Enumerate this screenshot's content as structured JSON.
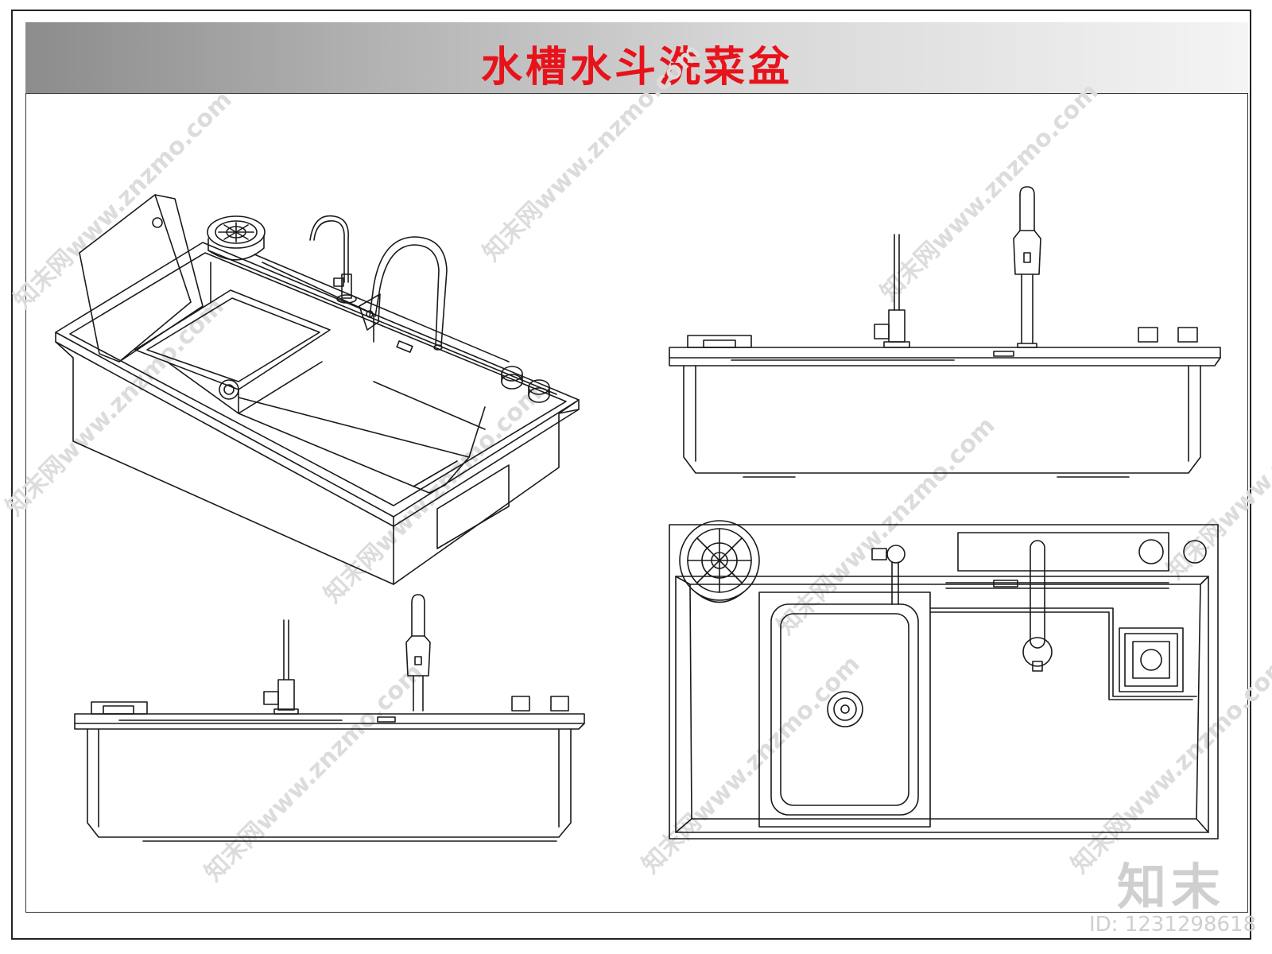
{
  "title": "水槽水斗洗菜盆",
  "watermark": {
    "site": "知末网www.znzmo.com",
    "logo": "知末",
    "id": "ID: 1231298618"
  },
  "colors": {
    "title": "#e8121b",
    "line": "#1a1a1a",
    "watermark": "#cfcfcf"
  }
}
